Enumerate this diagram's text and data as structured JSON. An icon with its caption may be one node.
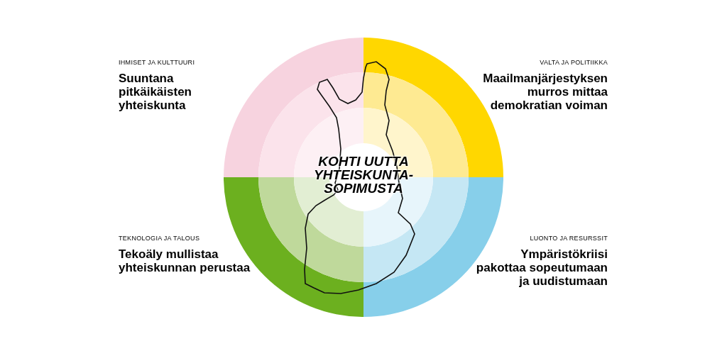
{
  "diagram": {
    "nodes": [
      {
        "text": [
          "KOHTI UUTTA YHTEISKUNTA-SOPIMUSTA"
        ]
      }
    ],
    "labels": [
      "IHMISET JA KULTTUURI",
      "Suuntana pitkäikäisten yhteiskunta",
      "VALTA JA POLITIIKKA",
      "Maailmanjärjestyksen murros mittaa demokratian voiman",
      "TEKNOLOGIA JA TALOUS",
      "Tekoäly mullistaa yhteiskunnan perustaa",
      "LUONTO JA RESURSSIT",
      "Ympäristökriisi pakottaa sopeutumaan ja uudistumaan"
    ]
  }
}
